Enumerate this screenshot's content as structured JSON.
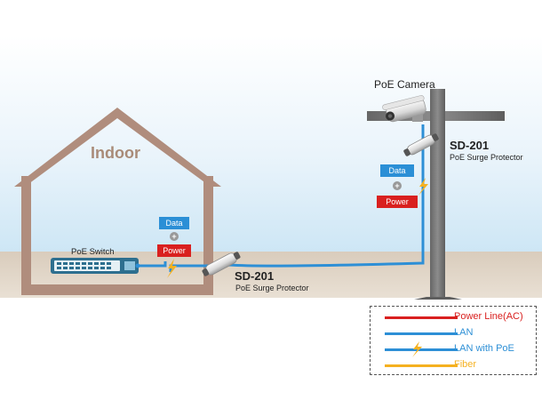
{
  "house": {
    "label": "Indoor"
  },
  "switch": {
    "label": "PoE Switch"
  },
  "camera": {
    "label": "PoE Camera"
  },
  "injector_indoor": {
    "data_label": "Data",
    "power_label": "Power"
  },
  "injector_outdoor": {
    "data_label": "Data",
    "power_label": "Power"
  },
  "protector_ground": {
    "model": "SD-201",
    "desc": "PoE Surge Protector"
  },
  "protector_pole": {
    "model": "SD-201",
    "desc": "PoE Surge Protector"
  },
  "legend": {
    "items": [
      {
        "label": "Power Line(AC)",
        "color": "#d9201f",
        "kind": "line"
      },
      {
        "label": "LAN",
        "color": "#2d8fd6",
        "kind": "line"
      },
      {
        "label": "LAN with PoE",
        "color": "#2d8fd6",
        "kind": "bolt"
      },
      {
        "label": "Fiber",
        "color": "#f5b120",
        "kind": "line"
      }
    ]
  },
  "colors": {
    "data_box": "#2b8fd6",
    "power_box": "#d9201f",
    "lan": "#2d8fd6",
    "bolt": "#f5b120",
    "ground": "#d8cbbd",
    "house": "#b08d7d"
  }
}
